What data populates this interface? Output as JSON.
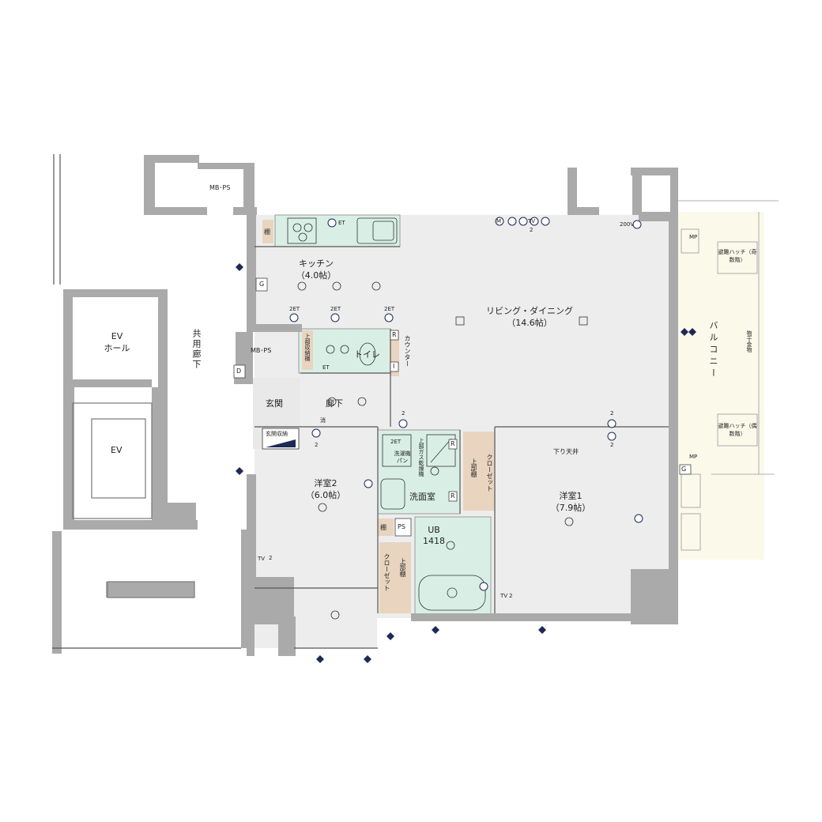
{
  "rooms": {
    "living": {
      "name": "リビング・ダイニング",
      "area": "（14.6帖）"
    },
    "kitchen": {
      "name": "キッチン",
      "area": "（4.0帖）"
    },
    "western1": {
      "name": "洋室1",
      "area": "（7.9帖）"
    },
    "western2": {
      "name": "洋室2",
      "area": "（6.0帖）"
    },
    "toilet": {
      "name": "トイレ"
    },
    "washroom": {
      "name": "洗面室"
    },
    "bath": {
      "name": "UB",
      "size": "1418"
    },
    "entrance": {
      "name": "玄関"
    },
    "hallway": {
      "name": "廊下"
    },
    "balcony": {
      "name": "バルコニー"
    },
    "ev_hall": {
      "name": "EV",
      "sub": "ホール"
    },
    "ev": {
      "name": "EV"
    },
    "corridor": {
      "name": "共用廊下"
    },
    "mbps_top": {
      "name": "MB･PS"
    },
    "mbps_mid": {
      "name": "MB･PS"
    }
  },
  "storage": {
    "shoe_storage": "玄関収納",
    "closet1": "クローゼット",
    "closet2": "クローゼット",
    "upper_shelf1": "上部棚",
    "upper_shelf2": "上部棚",
    "upper_storage_shelf": "上部収納棚",
    "shelf_kitchen": "棚",
    "shelf_bath": "棚",
    "ps_small": "PS",
    "counter": "カウンター",
    "washer_pan": "洗濯機パン",
    "gas_dryer": "上部ガス乾燥機",
    "hatch_odd": "避難ハッチ（奇数階）",
    "hatch_even": "避難ハッチ（偶数階）",
    "drying_hardware": "物干金物",
    "lowered_ceiling": "下り天井"
  },
  "markers": {
    "two_et": "2ET",
    "et": "ET",
    "two": "2",
    "v200": "200V",
    "mp": "MP",
    "tv": "TV",
    "g": "G",
    "d": "D",
    "r": "R",
    "i": "I",
    "m": "M",
    "fire": "消"
  },
  "colors": {
    "wall": "#aaaaaa",
    "floor": "#ededed",
    "wet_area": "#d9efe6",
    "storage": "#e8d4bf",
    "balcony": "#fbf9ea",
    "marker": "#1d2a55"
  }
}
